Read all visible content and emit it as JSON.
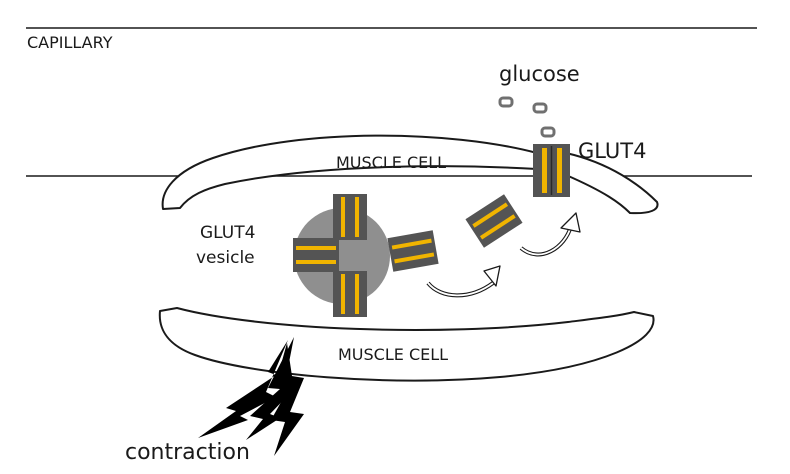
{
  "labels": {
    "capillary": "CAPILLARY",
    "glucose": "glucose",
    "glut4": "GLUT4",
    "upper_cell": "MUSCLE CELL",
    "lower_cell": "MUSCLE CELL",
    "vesicle_line1": "GLUT4",
    "vesicle_line2": "vesicle",
    "contraction": "contraction"
  },
  "colors": {
    "transporter_body": "#545454",
    "transporter_stripe": "#f0b400",
    "vesicle_fill": "#8f8f8f",
    "glucose_outline": "#707070",
    "line": "#1a1a1a",
    "lightning": "#000000"
  },
  "icons": [
    "glucose-molecule-icon",
    "glut4-transporter-icon",
    "lightning-bolt-icon",
    "curved-arrow-icon"
  ]
}
